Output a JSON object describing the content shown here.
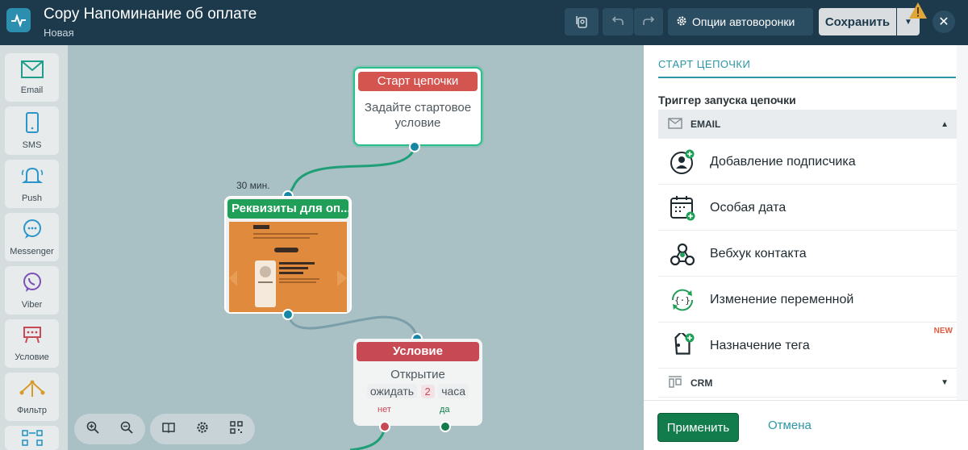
{
  "header": {
    "title": "Copy Напоминание об оплате",
    "subtitle": "Новая",
    "options_label": "Опции автоворонки",
    "save_label": "Сохранить",
    "close_icon": "close-icon"
  },
  "palette": {
    "items": [
      {
        "label": "Email",
        "icon": "envelope-icon"
      },
      {
        "label": "SMS",
        "icon": "phone-icon"
      },
      {
        "label": "Push",
        "icon": "bell-icon"
      },
      {
        "label": "Messenger",
        "icon": "chat-icon"
      },
      {
        "label": "Viber",
        "icon": "viber-icon"
      },
      {
        "label": "Условие",
        "icon": "condition-icon"
      },
      {
        "label": "Фильтр",
        "icon": "filter-icon"
      }
    ]
  },
  "canvas": {
    "start_node": {
      "title": "Старт цепочки",
      "text": "Задайте стартовое условие"
    },
    "delay_label": "30 мин.",
    "email_node": {
      "title": "Реквизиты для оп..."
    },
    "condition_node": {
      "title": "Условие",
      "text": "Открытие",
      "wait_label": "ожидать",
      "wait_value": "2",
      "wait_unit": "часа",
      "no_label": "нет",
      "yes_label": "да"
    }
  },
  "panel": {
    "section_title": "СТАРТ ЦЕПОЧКИ",
    "trigger_label": "Триггер запуска цепочки",
    "email_group": "EMAIL",
    "options": [
      {
        "label": "Добавление подписчика",
        "icon": "add-subscriber-icon"
      },
      {
        "label": "Особая дата",
        "icon": "calendar-icon"
      },
      {
        "label": "Вебхук контакта",
        "icon": "webhook-icon"
      },
      {
        "label": "Изменение переменной",
        "icon": "variable-icon"
      },
      {
        "label": "Назначение тега",
        "icon": "tag-icon",
        "badge": "NEW"
      }
    ],
    "crm_group": "CRM",
    "apply_label": "Применить",
    "cancel_label": "Отмена"
  },
  "colors": {
    "accent": "#2b96a7",
    "start_header": "#d4554f",
    "email_header": "#1f9f57",
    "apply": "#127c4c"
  }
}
